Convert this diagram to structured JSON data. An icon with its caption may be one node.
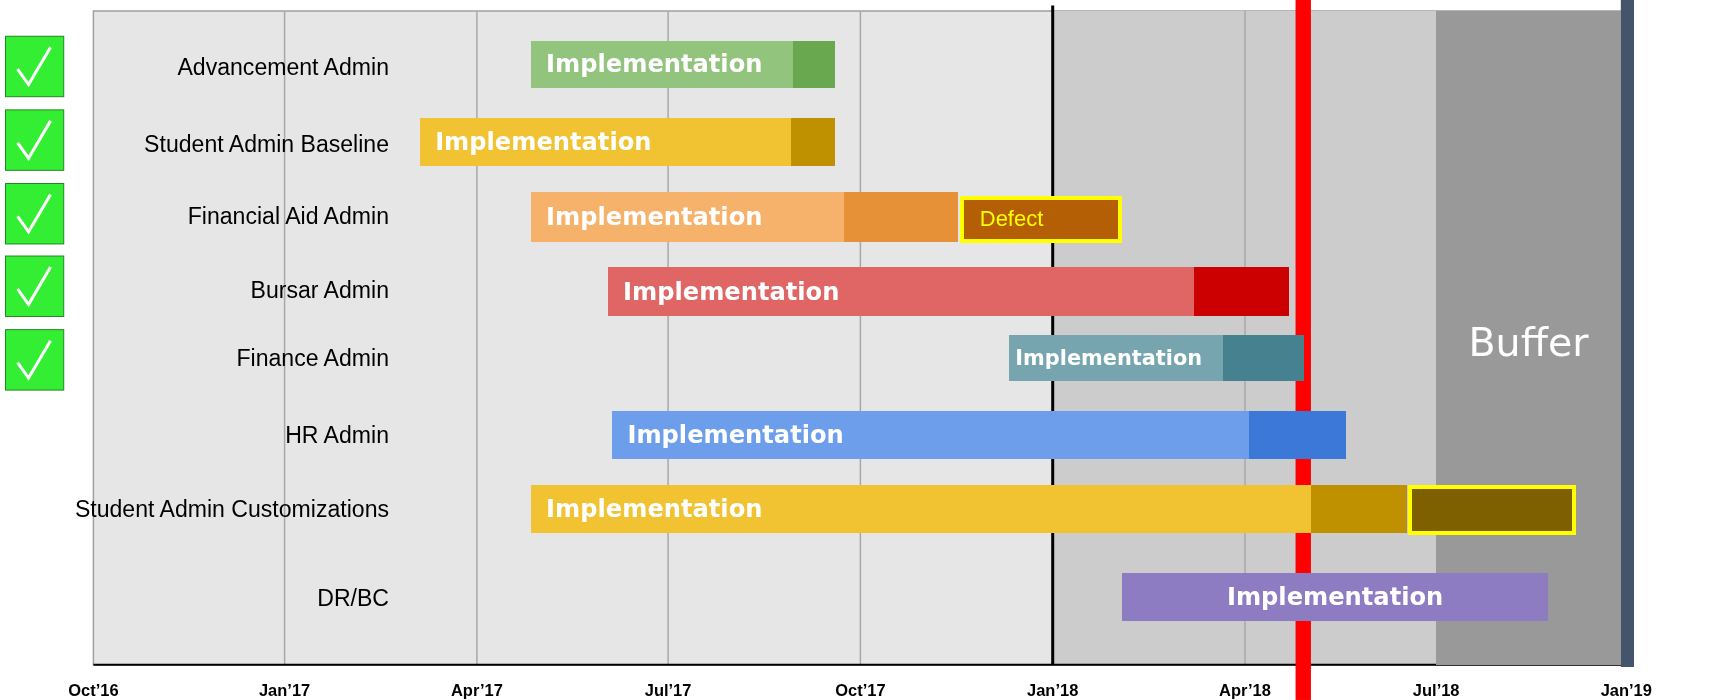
{
  "diagram": {
    "nodes": [
      {
        "text": [
          "Implementation"
        ]
      },
      {
        "text": [],
        "shape": "bar"
      },
      {
        "text": [
          "Implementation"
        ]
      },
      {
        "text": [],
        "shape": "bar"
      },
      {
        "text": [
          "Implementation"
        ]
      },
      {
        "text": [],
        "shape": "bar"
      },
      {
        "text": [
          "Defect"
        ]
      },
      {
        "text": [
          "Implementation"
        ]
      },
      {
        "text": [],
        "shape": "bar"
      },
      {
        "text": [
          "Implementation"
        ]
      },
      {
        "text": [],
        "shape": "bar"
      },
      {
        "text": [
          "Implementation"
        ]
      },
      {
        "text": [],
        "shape": "bar"
      },
      {
        "text": [
          "Implementation"
        ]
      },
      {
        "text": [],
        "shape": "bar"
      },
      {
        "text": [],
        "shape": "box"
      },
      {
        "text": [
          "Implementation"
        ]
      },
      {
        "text": [
          "Buffer"
        ]
      }
    ],
    "labels": [
      "Advancement Admin",
      "Student Admin Baseline",
      "Financial Aid Admin",
      "Bursar Admin",
      "Finance Admin",
      "HR Admin",
      "Student Admin Customizations",
      "DR/BC",
      "Oct’16",
      "Jan’17",
      "Apr’17",
      "Jul’17",
      "Oct’17",
      "Jan’18",
      "Apr’18",
      "Jul’18",
      "Jan’19"
    ]
  }
}
